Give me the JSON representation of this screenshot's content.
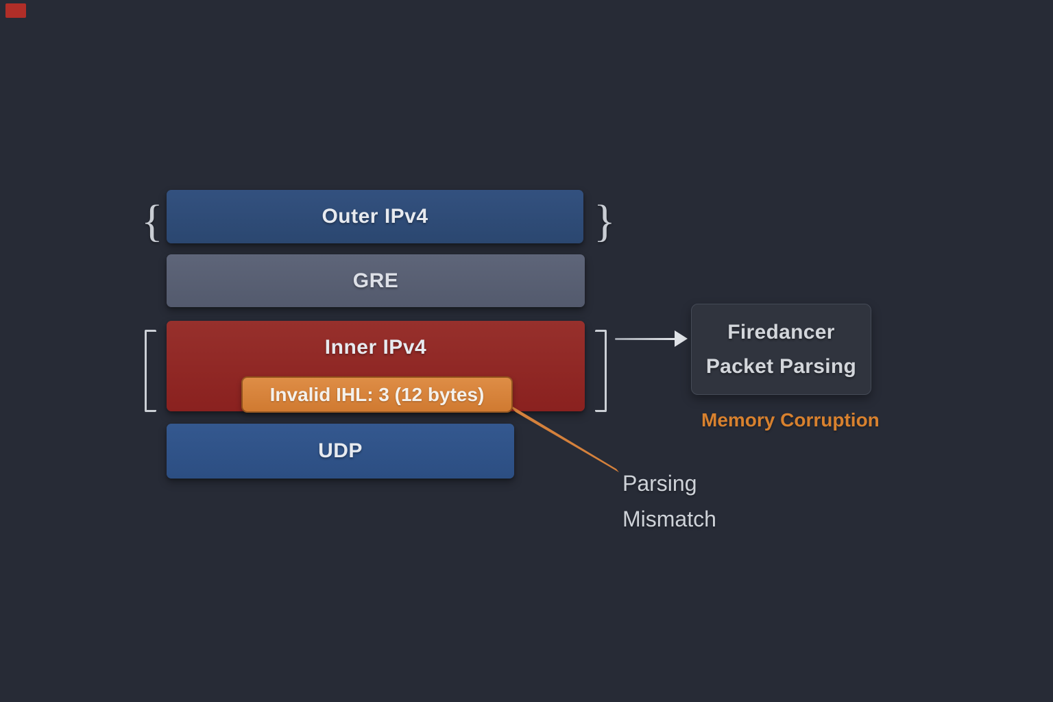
{
  "scene": {
    "background_color": "#272b36",
    "marker_color": "#b02e28"
  },
  "packet_stack": {
    "outer_brace_left": "{",
    "outer_brace_right": "}",
    "layers": [
      {
        "id": "outer-ipv4",
        "label": "Outer IPv4",
        "color": "#2e4c78"
      },
      {
        "id": "gre",
        "label": "GRE",
        "color": "#596074"
      },
      {
        "id": "inner-ipv4",
        "label": "Inner IPv4",
        "color": "#8f2523"
      },
      {
        "id": "udp",
        "label": "UDP",
        "color": "#2f538a"
      }
    ],
    "badge": {
      "label": "Invalid IHL: 3 (12 bytes)",
      "color": "#d5813c"
    }
  },
  "right_panel": {
    "firedancer": {
      "line1": "Firedancer",
      "line2": "Packet Parsing",
      "box_color": "#30343e"
    },
    "memory_corruption": {
      "label": "Memory Corruption",
      "color": "#d8812e"
    }
  },
  "callout": {
    "line1": "Parsing",
    "line2": "Mismatch",
    "line_color": "#d5813c"
  }
}
